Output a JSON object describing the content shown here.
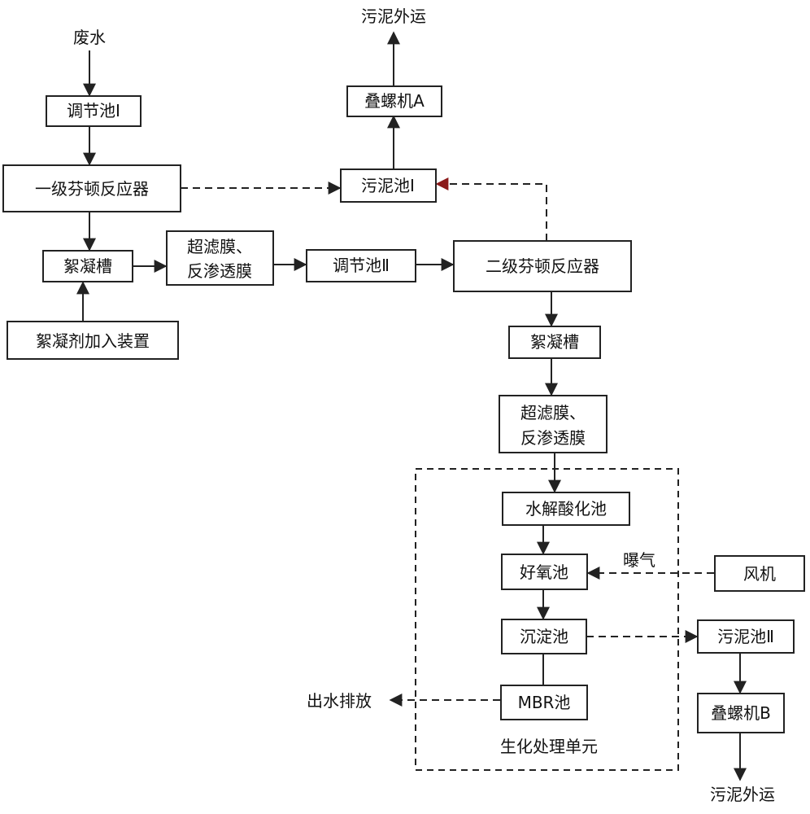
{
  "nodes": {
    "wastewater": "废水",
    "regulating_tank_1": "调节池Ⅰ",
    "fenton_reactor_1": "一级芬顿反应器",
    "flocculation_tank_1": "絮凝槽",
    "flocculant_dosing": "絮凝剂加入装置",
    "membrane_1_line1": "超滤膜、",
    "membrane_1_line2": "反渗透膜",
    "regulating_tank_2": "调节池Ⅱ",
    "fenton_reactor_2": "二级芬顿反应器",
    "sludge_tank_1": "污泥池Ⅰ",
    "screw_press_a": "叠螺机A",
    "sludge_out_top": "污泥外运",
    "flocculation_tank_2": "絮凝槽",
    "membrane_2_line1": "超滤膜、",
    "membrane_2_line2": "反渗透膜",
    "hydrolysis_tank": "水解酸化池",
    "aerobic_tank": "好氧池",
    "aeration": "曝气",
    "blower": "风机",
    "sedimentation_tank": "沉淀池",
    "sludge_tank_2": "污泥池Ⅱ",
    "mbr_tank": "MBR池",
    "effluent_discharge": "出水排放",
    "screw_press_b": "叠螺机B",
    "sludge_out_bottom": "污泥外运",
    "bio_unit": "生化处理单元"
  },
  "colors": {
    "line": "#222222",
    "accent_arrow": "#8b1a1a"
  }
}
